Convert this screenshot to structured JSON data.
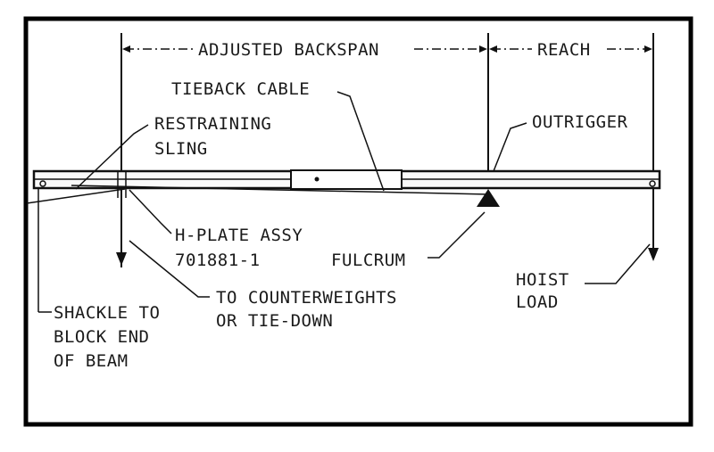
{
  "labels": {
    "adjusted_backspan": "ADJUSTED BACKSPAN",
    "reach": "REACH",
    "tieback_cable": "TIEBACK CABLE",
    "restraining_sling_1": "RESTRAINING",
    "restraining_sling_2": "SLING",
    "outrigger": "OUTRIGGER",
    "h_plate_1": "H-PLATE ASSY",
    "h_plate_2": "701881-1",
    "fulcrum": "FULCRUM",
    "hoist_load_1": "HOIST",
    "hoist_load_2": "LOAD",
    "counterweights_1": "TO COUNTERWEIGHTS",
    "counterweights_2": "OR TIE-DOWN",
    "shackle_1": "SHACKLE TO",
    "shackle_2": "BLOCK END",
    "shackle_3": "OF BEAM"
  }
}
